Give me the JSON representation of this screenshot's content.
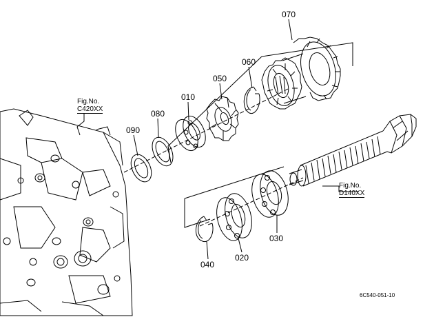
{
  "parts": {
    "p070": "070",
    "p060": "060",
    "p050": "050",
    "p010": "010",
    "p080": "080",
    "p090": "090",
    "p030": "030",
    "p020": "020",
    "p040": "040"
  },
  "references": {
    "housing_fig_label": "Fig.No.",
    "housing_fig_number": "C420XX",
    "shaft_fig_label": "Fig.No.",
    "shaft_fig_number": "D140XX"
  },
  "drawing_code": "6C540-051-10"
}
